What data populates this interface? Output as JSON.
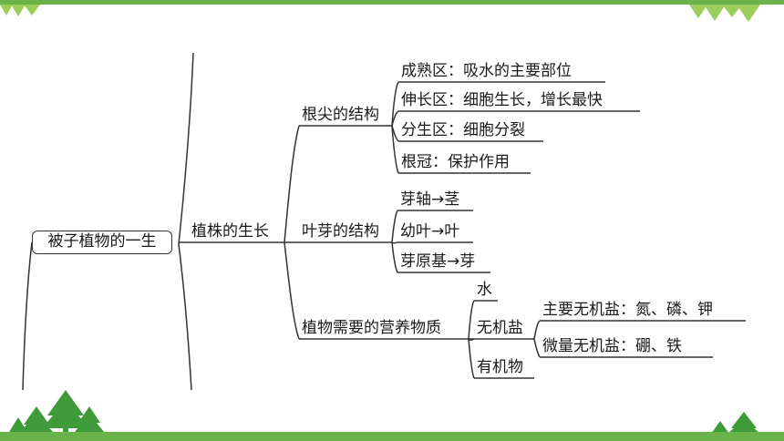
{
  "root": "被子植物的一生",
  "branch": "植株的生长",
  "groups": [
    {
      "label": "根尖的结构",
      "items": [
        "成熟区：吸水的主要部位",
        "伸长区：细胞生长，增长最快",
        "分生区：细胞分裂",
        "根冠：保护作用"
      ]
    },
    {
      "label": "叶芽的结构",
      "items": [
        "芽轴→茎",
        "幼叶→叶",
        "芽原基→芽"
      ]
    },
    {
      "label": "植物需要的营养物质",
      "items": [
        "水",
        "无机盐",
        "有机物"
      ],
      "sub": [
        "主要无机盐：氮、磷、钾",
        "微量无机盐：硼、铁"
      ]
    }
  ],
  "colors": {
    "accent": "#6ab34a",
    "tree": "#3f9a3a",
    "line": "#333333"
  }
}
